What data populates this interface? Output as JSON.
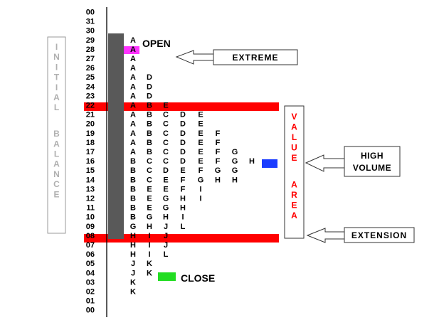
{
  "prices": [
    "00",
    "31",
    "30",
    "29",
    "28",
    "27",
    "26",
    "25",
    "24",
    "23",
    "22",
    "21",
    "20",
    "19",
    "18",
    "17",
    "16",
    "15",
    "14",
    "13",
    "12",
    "11",
    "10",
    "09",
    "08",
    "07",
    "06",
    "05",
    "04",
    "03",
    "02",
    "01",
    "00"
  ],
  "periods": [
    "A",
    "B",
    "C",
    "D",
    "E",
    "F",
    "G",
    "H",
    "I",
    "J",
    "K",
    "L"
  ],
  "columns": [
    [
      "A",
      "A",
      "A",
      "A",
      "A",
      "A",
      "A",
      "A",
      "A",
      "A",
      "A",
      "A",
      "A",
      "B",
      "B",
      "B",
      "B",
      "B",
      "B",
      "B",
      "G",
      "H",
      "H",
      "H",
      "J",
      "J",
      "K",
      "K"
    ],
    [
      "D",
      "D",
      "D",
      "B",
      "B",
      "B",
      "B",
      "B",
      "B",
      "C",
      "C",
      "C",
      "E",
      "E",
      "E",
      "G",
      "H",
      "I",
      "I",
      "I",
      "K",
      "K"
    ],
    [
      "E",
      "C",
      "C",
      "C",
      "C",
      "C",
      "C",
      "D",
      "E",
      "E",
      "G",
      "G",
      "H",
      "J",
      "J",
      "J",
      "L"
    ],
    [
      "D",
      "D",
      "D",
      "D",
      "D",
      "D",
      "E",
      "F",
      "F",
      "H",
      "H",
      "I",
      "L"
    ],
    [
      "E",
      "E",
      "E",
      "E",
      "E",
      "E",
      "F",
      "G",
      "I",
      "I"
    ],
    [
      "F",
      "F",
      "F",
      "F",
      "G",
      "H"
    ],
    [
      "G",
      "G",
      "G",
      "H"
    ],
    [
      "H"
    ]
  ],
  "col_start_rows": [
    3,
    7,
    10,
    11,
    11,
    13,
    15,
    16
  ],
  "labels": {
    "ib_title": "INITIAL BALANCE",
    "open": "OPEN",
    "close": "CLOSE",
    "extreme": "EXTREME",
    "value_area": "VALUE AREA",
    "high_volume_1": "HIGH",
    "high_volume_2": "VOLUME",
    "extension": "EXTENSION"
  },
  "highlight_rows": [
    "22",
    "08"
  ],
  "colors": {
    "band": "#ff0000",
    "ib_bar": "#595959",
    "open_marker": "#ff33ff",
    "close_marker": "#22dd22",
    "volume_marker": "#1a3cff",
    "value_area_text": "#ff0000",
    "ib_text": "#b0b0b0"
  }
}
